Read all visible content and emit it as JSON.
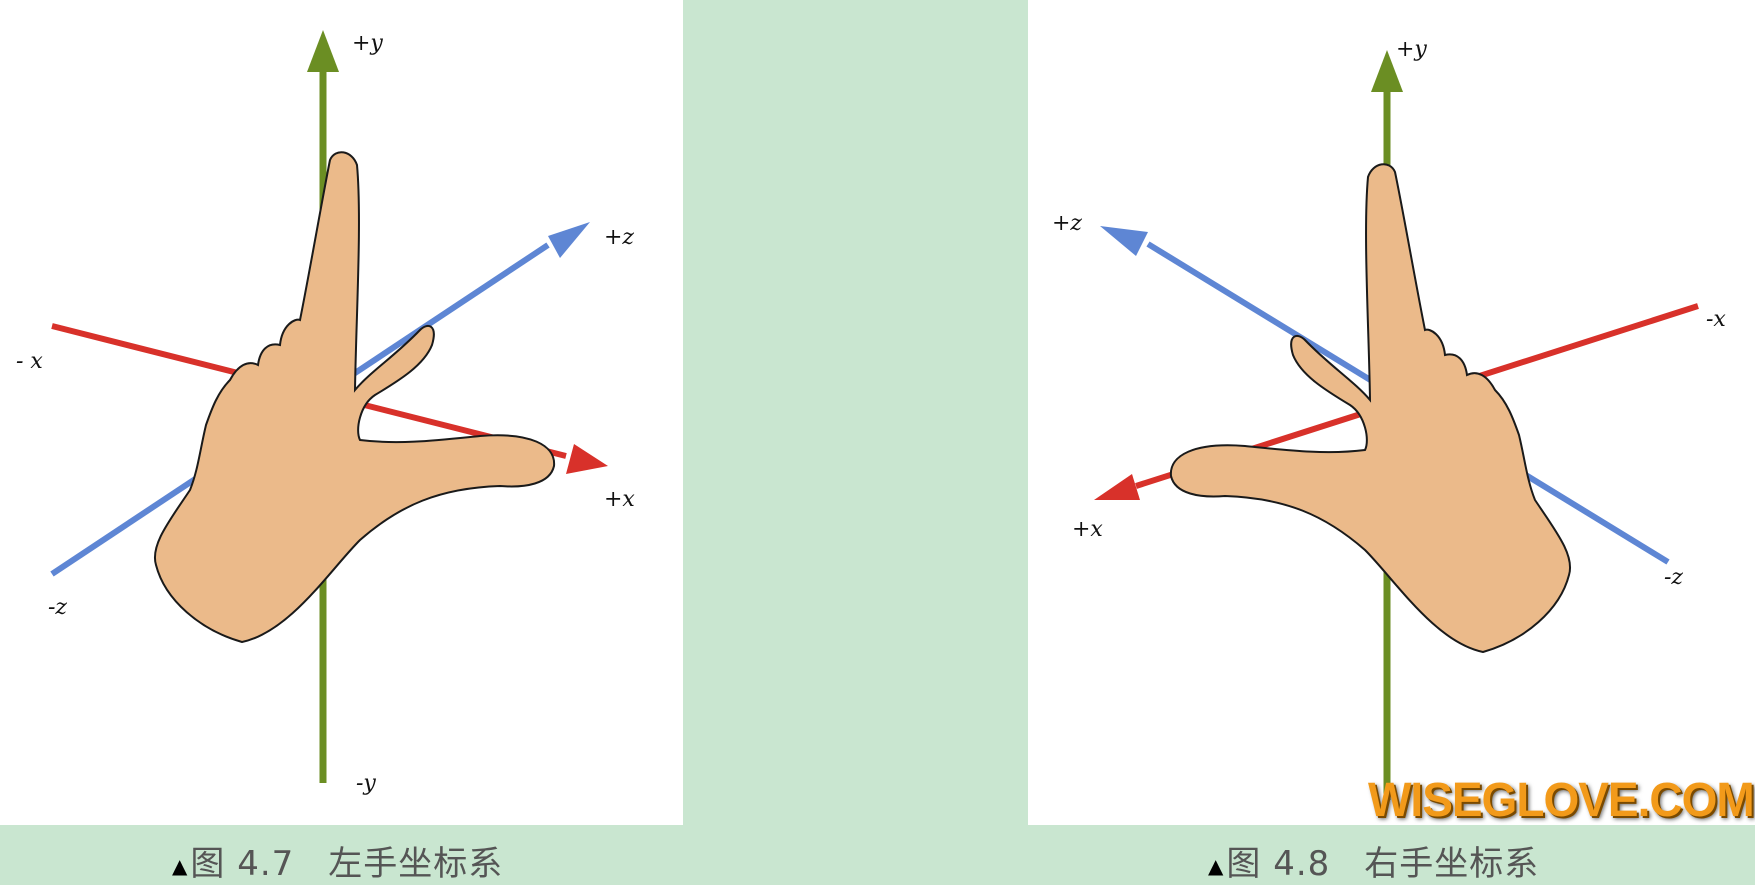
{
  "left_figure": {
    "labels": {
      "plus_y": "+y",
      "minus_y": "-y",
      "plus_x": "+x",
      "minus_x": "- x",
      "plus_z": "+z",
      "minus_z": "-z"
    },
    "caption": {
      "marker": "▲",
      "label": "图 4.7",
      "title": "左手坐标系"
    }
  },
  "right_figure": {
    "labels": {
      "plus_y": "+y",
      "plus_x": "+x",
      "minus_x": "-x",
      "plus_z": "+z",
      "minus_z": "-z"
    },
    "caption": {
      "marker": "▲",
      "label": "图 4.8",
      "title": "右手坐标系"
    }
  },
  "watermark": "WISEGLOVE.COM",
  "colors": {
    "y_axis": "#6b8e23",
    "x_axis": "#d8312a",
    "z_axis": "#5e86d4",
    "hand_fill": "#ebba8a",
    "background": "#c9e6d0"
  }
}
